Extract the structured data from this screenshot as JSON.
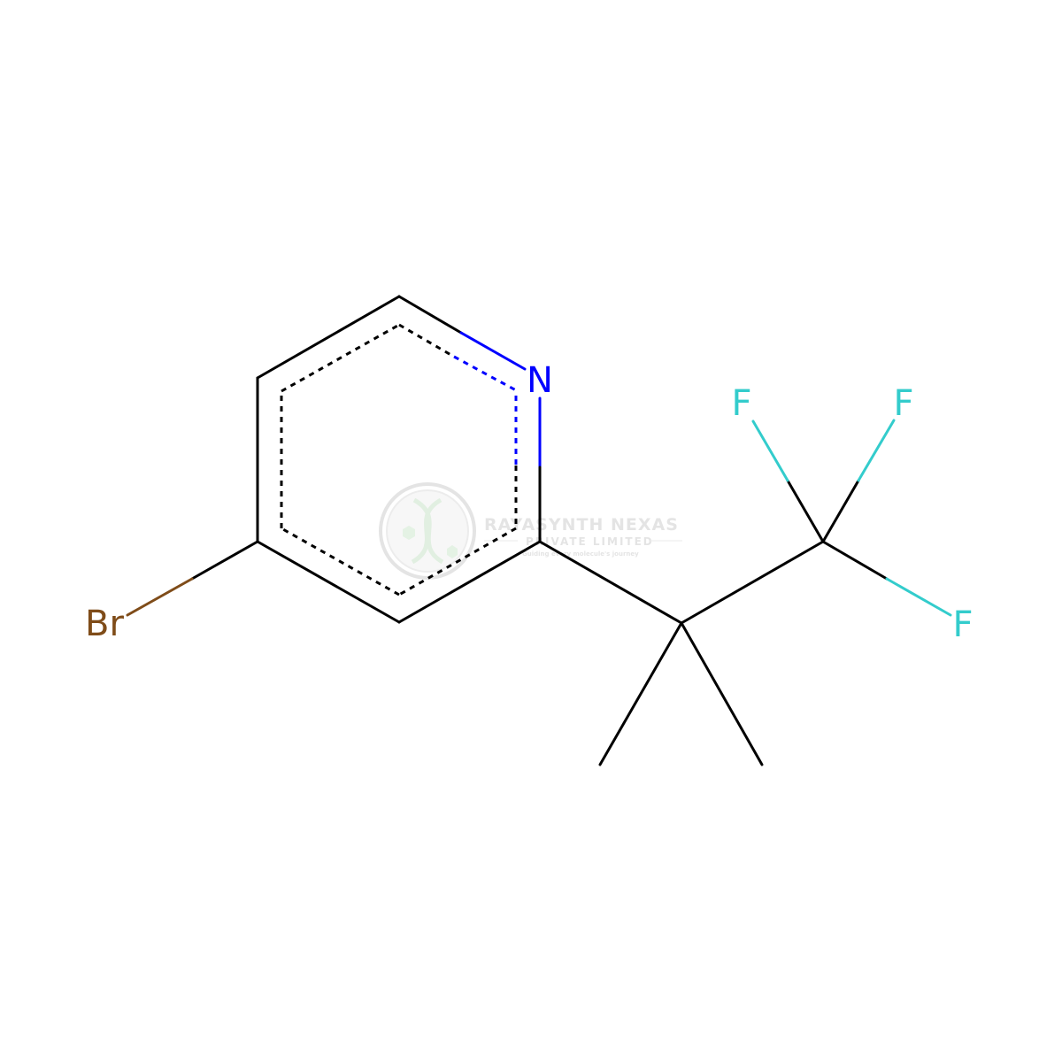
{
  "atoms": {
    "nitrogen": {
      "label": "N",
      "color": "#0000ff"
    },
    "bromine": {
      "label": "Br",
      "color": "#7f4c19"
    },
    "fluorine_1": {
      "label": "F",
      "color": "#33cccc"
    },
    "fluorine_2": {
      "label": "F",
      "color": "#33cccc"
    },
    "fluorine_3": {
      "label": "F",
      "color": "#33cccc"
    }
  },
  "bond_color": "#000000",
  "watermark": {
    "title": "RAYASYNTH NEXAS",
    "subtitle": "PRIVATE LIMITED",
    "tagline": "Guiding every molecule's journey",
    "color": "#d6d6d6"
  }
}
